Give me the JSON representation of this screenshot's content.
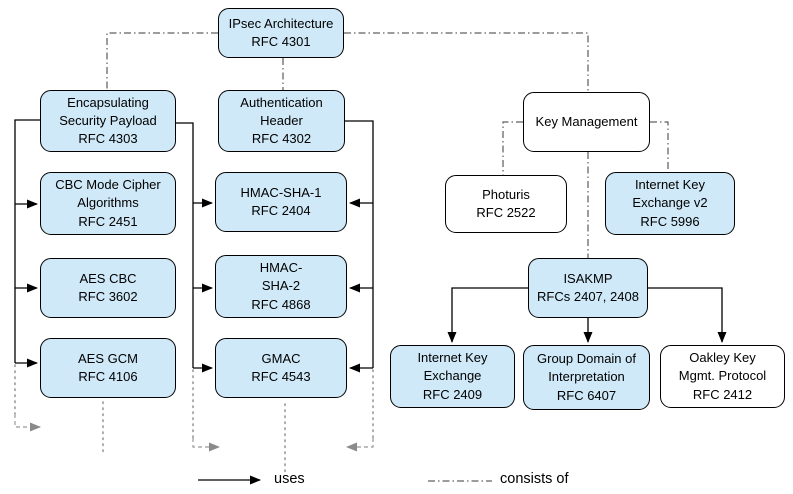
{
  "colors": {
    "node_fill_blue": "#cfe9f8",
    "node_fill_white": "#ffffff",
    "connector_solid": "#000000",
    "connector_consists": "#3a3a3a",
    "continuation_gray": "#999999"
  },
  "nodes": {
    "ipsec_architecture": {
      "label": "IPsec Architecture\nRFC 4301"
    },
    "esp": {
      "label": "Encapsulating\nSecurity Payload\nRFC 4303"
    },
    "cbc_mode_cipher": {
      "label": "CBC Mode Cipher\nAlgorithms\nRFC 2451"
    },
    "aes_cbc": {
      "label": "AES CBC\nRFC 3602"
    },
    "aes_gcm": {
      "label": "AES GCM\nRFC 4106"
    },
    "authentication_header": {
      "label": "Authentication\nHeader\nRFC 4302"
    },
    "hmac_sha1": {
      "label": "HMAC-SHA-1\nRFC 2404"
    },
    "hmac_sha2": {
      "label": "HMAC-\nSHA-2\nRFC 4868"
    },
    "gmac": {
      "label": "GMAC\nRFC 4543"
    },
    "key_management": {
      "label": "Key Management"
    },
    "photuris": {
      "label": "Photuris\nRFC 2522"
    },
    "ike_v2": {
      "label": "Internet Key\nExchange v2\nRFC 5996"
    },
    "isakmp": {
      "label": "ISAKMP\nRFCs 2407, 2408"
    },
    "ike": {
      "label": "Internet Key\nExchange\nRFC 2409"
    },
    "gdoi": {
      "label": "Group Domain of\nInterpretation\nRFC 6407"
    },
    "oakley": {
      "label": "Oakley Key\nMgmt. Protocol\nRFC 2412"
    }
  },
  "legend": {
    "uses_label": "uses",
    "consists_of_label": "consists of"
  },
  "edges": {
    "consists_of": [
      [
        "ipsec_architecture",
        "esp"
      ],
      [
        "ipsec_architecture",
        "authentication_header"
      ],
      [
        "ipsec_architecture",
        "key_management"
      ],
      [
        "key_management",
        "photuris"
      ],
      [
        "key_management",
        "ike_v2"
      ],
      [
        "key_management",
        "isakmp"
      ]
    ],
    "uses": [
      [
        "esp",
        "cbc_mode_cipher"
      ],
      [
        "esp",
        "aes_cbc"
      ],
      [
        "esp",
        "aes_gcm"
      ],
      [
        "esp",
        "hmac_sha1"
      ],
      [
        "esp",
        "hmac_sha2"
      ],
      [
        "esp",
        "gmac"
      ],
      [
        "authentication_header",
        "hmac_sha1"
      ],
      [
        "authentication_header",
        "hmac_sha2"
      ],
      [
        "authentication_header",
        "gmac"
      ],
      [
        "isakmp",
        "ike"
      ],
      [
        "isakmp",
        "gdoi"
      ],
      [
        "isakmp",
        "oakley"
      ]
    ]
  }
}
